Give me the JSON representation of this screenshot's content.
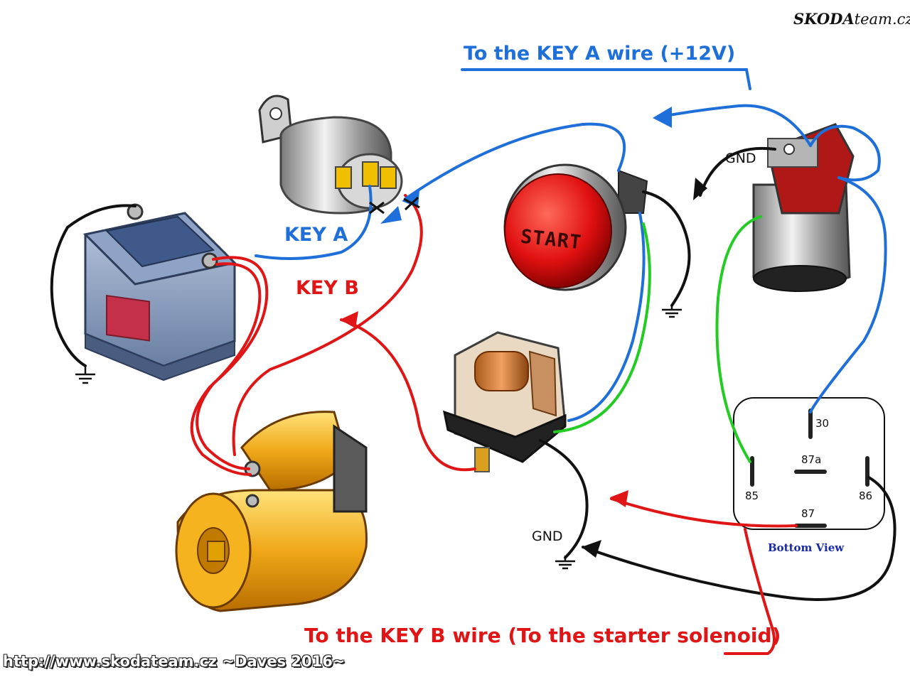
{
  "brand": {
    "main": "SKODA",
    "suffix": "team.cz"
  },
  "labels": {
    "key_a_wire": "To the KEY A wire (+12V)",
    "key_b_wire": "To the KEY B wire (To the starter solenoid)",
    "key_a": "KEY A",
    "key_b": "KEY B",
    "gnd_top": "GND",
    "gnd_bottom": "GND",
    "start": "START",
    "bottom_view": "Bottom View"
  },
  "relay_pins": {
    "p30": "30",
    "p87a": "87a",
    "p85": "85",
    "p86": "86",
    "p87": "87"
  },
  "footer": "http://www.skodateam.cz ~Daves 2016~",
  "colors": {
    "blue_wire": "#1e6fd9",
    "red_wire": "#e01515",
    "green_wire": "#22cc22",
    "black_wire": "#111111"
  }
}
